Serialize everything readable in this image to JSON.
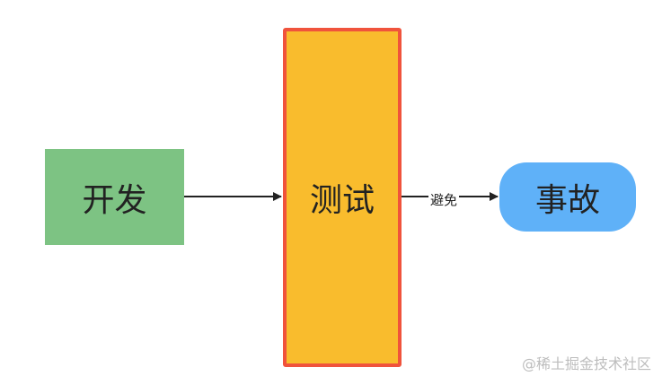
{
  "nodes": {
    "dev": {
      "label": "开发",
      "color": "#7dc383"
    },
    "test": {
      "label": "测试",
      "color": "#f9bc2d",
      "border_color": "#f0533c"
    },
    "incident": {
      "label": "事故",
      "color": "#5fb1f8"
    }
  },
  "edges": [
    {
      "from": "dev",
      "to": "test",
      "label": ""
    },
    {
      "from": "test",
      "to": "incident",
      "label": "避免"
    }
  ],
  "watermark": "@稀土掘金技术社区"
}
